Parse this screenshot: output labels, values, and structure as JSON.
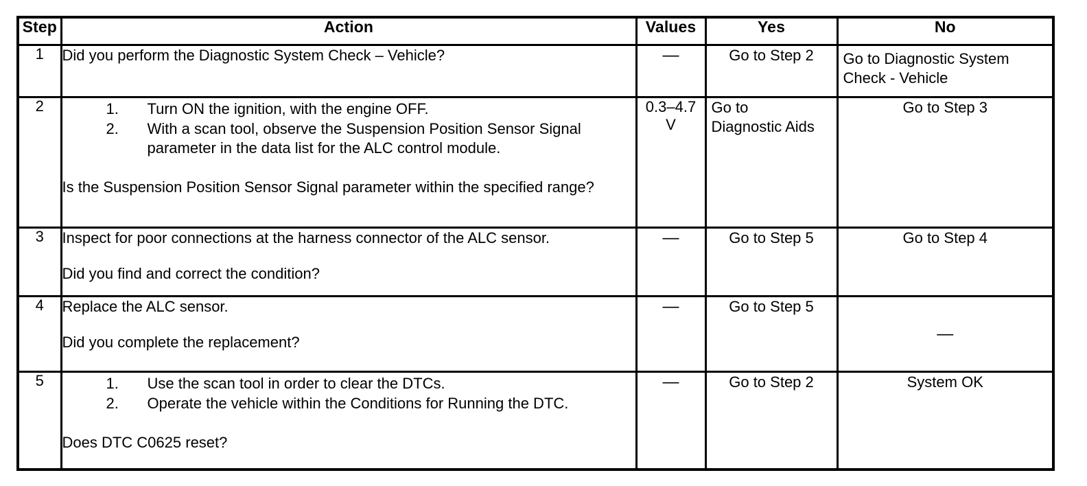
{
  "table": {
    "headers": {
      "step": "Step",
      "action": "Action",
      "values": "Values",
      "yes": "Yes",
      "no": "No"
    },
    "rows": [
      {
        "step": "1",
        "action_lead": "Did you perform the Diagnostic System Check – Vehicle?",
        "values": "—",
        "yes": "Go to Step 2",
        "no_line1": "Go to Diagnostic System",
        "no_line2": "Check - Vehicle"
      },
      {
        "step": "2",
        "items": [
          {
            "num": "1.",
            "text": "Turn ON the ignition, with the engine OFF."
          },
          {
            "num": "2.",
            "text": "With a scan tool, observe the Suspension Position Sensor Signal parameter in the data list for the ALC control module."
          }
        ],
        "action_tail": "Is the Suspension Position Sensor Signal parameter within the specified range?",
        "values_line1": "0.3–4.7",
        "values_line2": "V",
        "yes_line1": "Go to",
        "yes_line2": "Diagnostic Aids",
        "no": "Go to Step 3"
      },
      {
        "step": "3",
        "action_lead": "Inspect for poor connections at the harness connector of the ALC sensor.",
        "action_tail": "Did you find and correct the condition?",
        "values": "—",
        "yes": "Go to Step 5",
        "no": "Go to Step 4"
      },
      {
        "step": "4",
        "action_lead": "Replace the ALC sensor.",
        "action_tail": "Did you complete the replacement?",
        "values": "—",
        "yes": "Go to Step 5",
        "no": "—"
      },
      {
        "step": "5",
        "items": [
          {
            "num": "1.",
            "text": "Use the scan tool in order to clear the DTCs."
          },
          {
            "num": "2.",
            "text": "Operate the vehicle within the Conditions for Running the DTC."
          }
        ],
        "action_tail": "Does DTC C0625 reset?",
        "values": "—",
        "yes": "Go to Step 2",
        "no": "System OK"
      }
    ]
  }
}
